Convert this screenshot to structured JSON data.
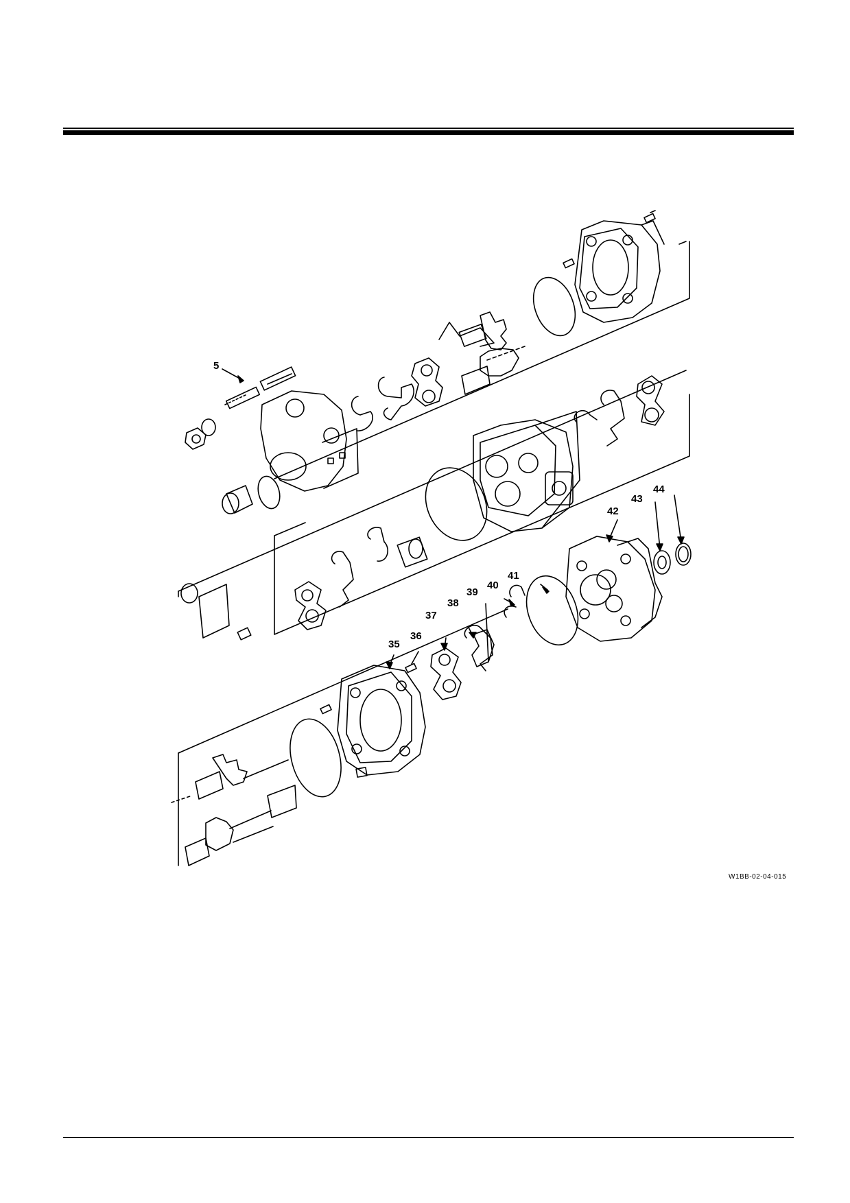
{
  "header": {
    "rule": "top-double-rule"
  },
  "diagram": {
    "type": "exploded-parts-view",
    "callouts": [
      "5",
      "35",
      "36",
      "37",
      "38",
      "39",
      "40",
      "41",
      "42",
      "43",
      "44"
    ],
    "figure_code": "W1BB-02-04-015"
  },
  "footer": {
    "rule": "bottom-rule"
  }
}
